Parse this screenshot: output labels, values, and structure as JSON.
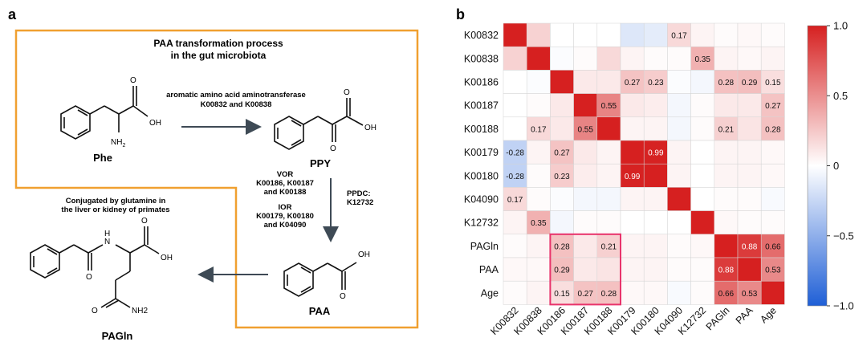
{
  "panel_a": {
    "panel_label": "a",
    "title_line1": "PAA transformation process",
    "title_line2": "in the gut microbiota",
    "enzyme1_line1": "aromatic amino acid aminotransferase",
    "enzyme1_line2": "K00832 and K00838",
    "vor_line1": "VOR",
    "vor_line2": "K00186, K00187",
    "vor_line3": "and K00188",
    "ior_line1": "IOR",
    "ior_line2": "K00179, K00180",
    "ior_line3": "and K04090",
    "ppdc_line1": "PPDC:",
    "ppdc_line2": "K12732",
    "conj_line1": "Conjugated by glutamine in",
    "conj_line2": "the liver or kidney of primates",
    "compounds": {
      "phe": "Phe",
      "ppy": "PPY",
      "paa": "PAA",
      "pagln": "PAGln"
    },
    "atoms": {
      "oh": "OH",
      "o": "O",
      "nh2": "NH",
      "nh2_sub": "2",
      "n": "N",
      "h": "H",
      "nh2_plain": "NH2"
    },
    "colors": {
      "border": "#f0a030",
      "arrow": "#3e4a55"
    }
  },
  "panel_b": {
    "panel_label": "b",
    "chart_data": {
      "type": "heatmap",
      "labels": [
        "K00832",
        "K00838",
        "K00186",
        "K00187",
        "K00188",
        "K00179",
        "K00180",
        "K04090",
        "K12732",
        "PAGln",
        "PAA",
        "Age"
      ],
      "matrix": [
        [
          1.0,
          0.2,
          0.0,
          0.0,
          0.0,
          -0.15,
          -0.12,
          0.17,
          0.05,
          0.02,
          0.03,
          0.02
        ],
        [
          0.2,
          1.0,
          -0.02,
          0.02,
          0.17,
          0.05,
          0.02,
          0.02,
          0.35,
          0.05,
          0.03,
          0.05
        ],
        [
          0.0,
          -0.02,
          1.0,
          0.1,
          0.1,
          0.27,
          0.23,
          -0.02,
          -0.05,
          0.28,
          0.29,
          0.15
        ],
        [
          0.0,
          0.02,
          0.1,
          1.0,
          0.55,
          0.1,
          0.08,
          -0.05,
          0.02,
          0.1,
          0.1,
          0.27
        ],
        [
          0.0,
          0.17,
          0.1,
          0.55,
          1.0,
          0.05,
          0.05,
          -0.05,
          0.02,
          0.21,
          0.12,
          0.28
        ],
        [
          -0.28,
          0.05,
          0.27,
          0.1,
          0.05,
          1.0,
          0.99,
          0.05,
          0.0,
          0.05,
          0.05,
          0.03
        ],
        [
          -0.28,
          0.02,
          0.23,
          0.08,
          0.05,
          0.99,
          1.0,
          0.05,
          0.0,
          0.05,
          0.05,
          0.03
        ],
        [
          0.17,
          0.02,
          -0.02,
          -0.05,
          -0.05,
          0.05,
          0.05,
          1.0,
          0.0,
          0.02,
          0.02,
          -0.03
        ],
        [
          0.05,
          0.35,
          -0.05,
          0.02,
          0.02,
          0.0,
          0.0,
          0.0,
          1.0,
          0.03,
          0.02,
          0.02
        ],
        [
          0.02,
          0.05,
          0.28,
          0.1,
          0.21,
          0.05,
          0.05,
          0.02,
          0.03,
          1.0,
          0.88,
          0.66
        ],
        [
          0.03,
          0.03,
          0.29,
          0.1,
          0.12,
          0.05,
          0.05,
          0.02,
          0.02,
          0.88,
          1.0,
          0.53
        ],
        [
          0.02,
          0.05,
          0.15,
          0.27,
          0.28,
          0.03,
          0.03,
          -0.03,
          0.02,
          0.66,
          0.53,
          1.0
        ]
      ],
      "annotations": [
        {
          "row": 0,
          "col": 7,
          "text": "0.17"
        },
        {
          "row": 1,
          "col": 8,
          "text": "0.35"
        },
        {
          "row": 2,
          "col": 5,
          "text": "0.27"
        },
        {
          "row": 2,
          "col": 6,
          "text": "0.23"
        },
        {
          "row": 2,
          "col": 9,
          "text": "0.28"
        },
        {
          "row": 2,
          "col": 10,
          "text": "0.29"
        },
        {
          "row": 2,
          "col": 11,
          "text": "0.15"
        },
        {
          "row": 3,
          "col": 4,
          "text": "0.55"
        },
        {
          "row": 3,
          "col": 11,
          "text": "0.27"
        },
        {
          "row": 4,
          "col": 1,
          "text": "0.17"
        },
        {
          "row": 4,
          "col": 3,
          "text": "0.55"
        },
        {
          "row": 4,
          "col": 9,
          "text": "0.21"
        },
        {
          "row": 4,
          "col": 11,
          "text": "0.28"
        },
        {
          "row": 5,
          "col": 0,
          "text": "-0.28"
        },
        {
          "row": 5,
          "col": 2,
          "text": "0.27"
        },
        {
          "row": 5,
          "col": 6,
          "text": "0.99"
        },
        {
          "row": 6,
          "col": 0,
          "text": "-0.28"
        },
        {
          "row": 6,
          "col": 2,
          "text": "0.23"
        },
        {
          "row": 6,
          "col": 5,
          "text": "0.99"
        },
        {
          "row": 7,
          "col": 0,
          "text": "0.17"
        },
        {
          "row": 8,
          "col": 1,
          "text": "0.35"
        },
        {
          "row": 9,
          "col": 2,
          "text": "0.28"
        },
        {
          "row": 9,
          "col": 4,
          "text": "0.21"
        },
        {
          "row": 9,
          "col": 10,
          "text": "0.88"
        },
        {
          "row": 9,
          "col": 11,
          "text": "0.66"
        },
        {
          "row": 10,
          "col": 2,
          "text": "0.29"
        },
        {
          "row": 10,
          "col": 9,
          "text": "0.88"
        },
        {
          "row": 10,
          "col": 11,
          "text": "0.53"
        },
        {
          "row": 11,
          "col": 2,
          "text": "0.15"
        },
        {
          "row": 11,
          "col": 3,
          "text": "0.27"
        },
        {
          "row": 11,
          "col": 4,
          "text": "0.28"
        },
        {
          "row": 11,
          "col": 9,
          "text": "0.66"
        },
        {
          "row": 11,
          "col": 10,
          "text": "0.53"
        }
      ],
      "highlight_region": {
        "rows": [
          9,
          11
        ],
        "cols": [
          2,
          4
        ],
        "color": "#e8336b"
      },
      "vmin": -1.0,
      "vmax": 1.0,
      "colorbar_ticks": [
        {
          "value": 1.0,
          "label": "1.0"
        },
        {
          "value": 0.5,
          "label": "0.5"
        },
        {
          "value": 0.0,
          "label": "0"
        },
        {
          "value": -0.5,
          "label": "−0.5"
        },
        {
          "value": -1.0,
          "label": "−1.0"
        }
      ],
      "colors": {
        "neg": "#1f5fd6",
        "mid": "#ffffff",
        "pos": "#d62020"
      }
    }
  }
}
